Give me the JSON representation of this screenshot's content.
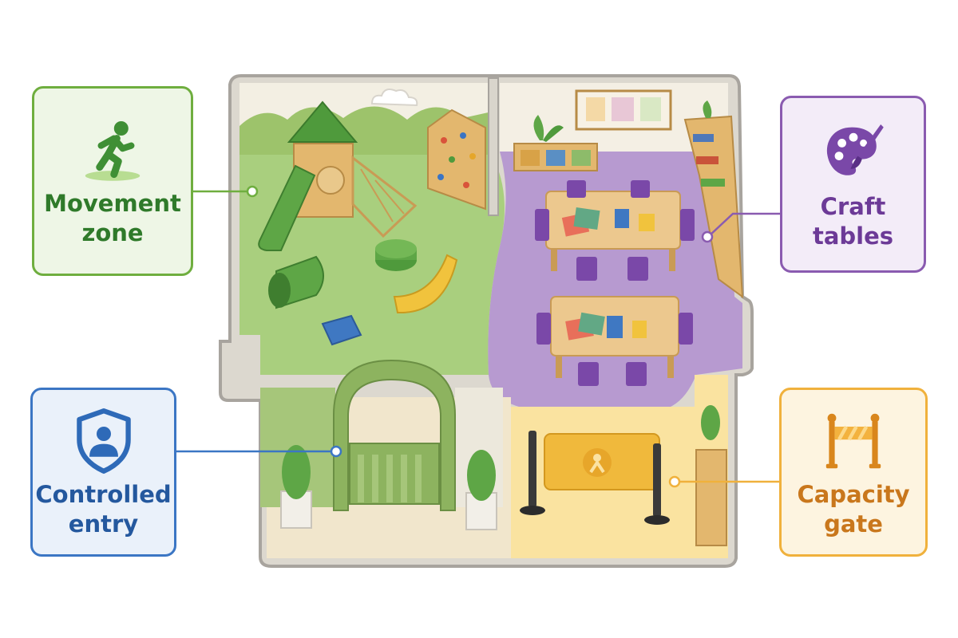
{
  "callouts": {
    "movement": {
      "label": "Movement\nzone",
      "icon": "running-person-icon",
      "color": "#4e9a3a"
    },
    "craft": {
      "label": "Craft\ntables",
      "icon": "palette-brush-icon",
      "color": "#7a48a8"
    },
    "entry": {
      "label": "Controlled\nentry",
      "icon": "shield-person-icon",
      "color": "#2e6ab8"
    },
    "capacity": {
      "label": "Capacity\ngate",
      "icon": "barrier-stanchion-icon",
      "color": "#e0921f"
    }
  },
  "colors": {
    "movement_floor": "#a9cf7e",
    "craft_floor": "#b79ad0",
    "entry_floor": "#f1e6cc",
    "capacity_floor": "#fae3a0",
    "wall": "#d9d5cc",
    "wall_top": "#b9b6b0"
  }
}
